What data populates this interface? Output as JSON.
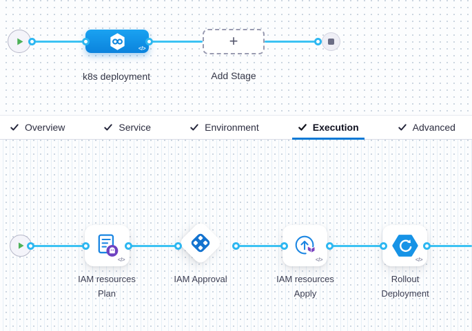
{
  "stage_graph": {
    "stage_label": "k8s deployment",
    "add_stage_label": "Add Stage",
    "plus_glyph": "+",
    "code_toggle_glyph": "</>"
  },
  "tabs": [
    {
      "label": "Overview",
      "active": false
    },
    {
      "label": "Service",
      "active": false
    },
    {
      "label": "Environment",
      "active": false
    },
    {
      "label": "Execution",
      "active": true
    },
    {
      "label": "Advanced",
      "active": false
    }
  ],
  "execution_graph": {
    "code_toggle_glyph": "</>",
    "steps": [
      {
        "name": "IAM resources Plan",
        "line1": "IAM resources",
        "line2": "Plan",
        "icon": "terraform-plan-icon"
      },
      {
        "name": "IAM Approval",
        "line1": "IAM Approval",
        "line2": "",
        "icon": "approval-icon"
      },
      {
        "name": "IAM resources Apply",
        "line1": "IAM resources",
        "line2": "Apply",
        "icon": "terraform-apply-icon"
      },
      {
        "name": "Rollout Deployment",
        "line1": "Rollout",
        "line2": "Deployment",
        "icon": "rollout-deployment-icon"
      }
    ]
  },
  "colors": {
    "accent_blue": "#0278d5",
    "connector_cyan": "#3cc2f3",
    "stage_node_blue": "#0b83dd",
    "play_green": "#4db158",
    "stop_gray": "#6b6d85",
    "icon_blue": "#1b86e2",
    "terraform_purple": "#7a44c0"
  }
}
